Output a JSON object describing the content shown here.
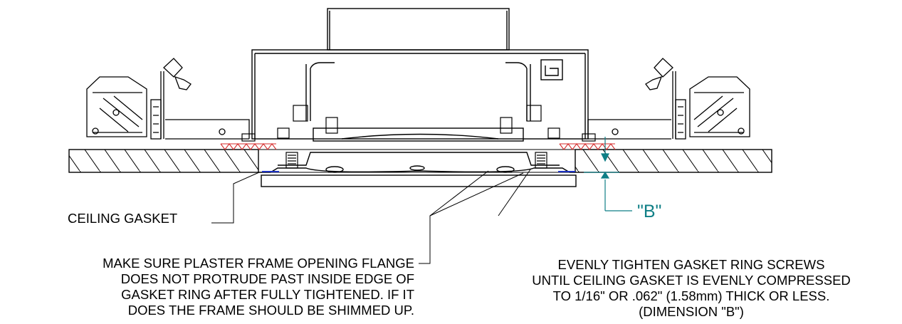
{
  "labels": {
    "ceiling_gasket": "CEILING GASKET",
    "plaster_note": [
      "MAKE SURE PLASTER FRAME OPENING FLANGE",
      "DOES NOT PROTRUDE PAST INSIDE EDGE OF",
      "GASKET RING AFTER FULLY TIGHTENED. IF IT",
      "DOES THE FRAME SHOULD BE SHIMMED UP."
    ],
    "tighten_note": [
      "EVENLY TIGHTEN GASKET RING SCREWS",
      "UNTIL CEILING GASKET IS EVENLY COMPRESSED",
      "TO 1/16\" OR .062\" (1.58mm) THICK OR LESS.",
      "(DIMENSION \"B\")"
    ],
    "dimension": "\"B\""
  },
  "colors": {
    "linework": "#000000",
    "gasket": "#d42a2a",
    "dimension": "#0f7f86",
    "gasket_ring": "#1a2fbf"
  }
}
